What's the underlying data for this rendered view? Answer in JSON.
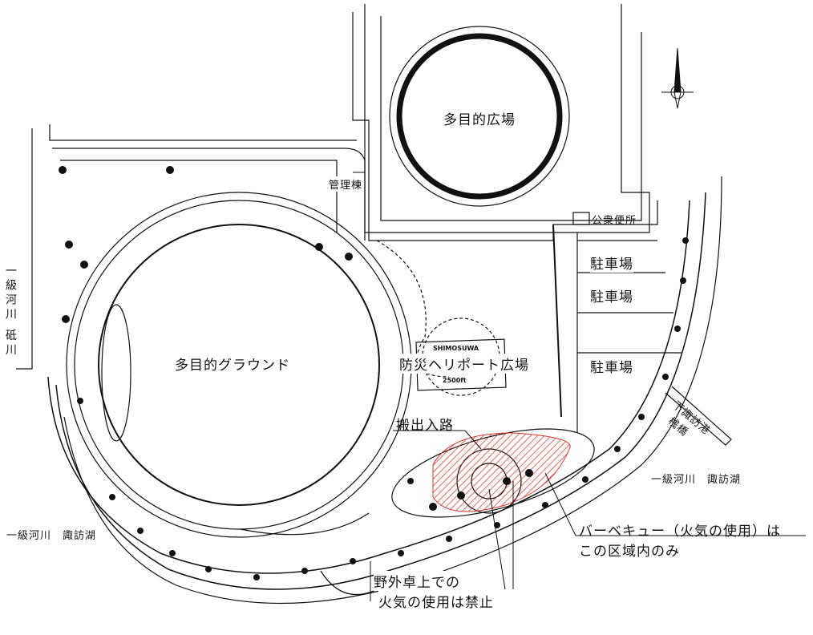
{
  "labels": {
    "arena": "多目的広場",
    "ground": "多目的グラウンド",
    "heliport": "防災ヘリポート広場",
    "heli_code": "SHIMOSUWA",
    "heli_weight": "2500ft",
    "admin": "管理棟",
    "toilet": "公衆便所",
    "parking1": "駐車場",
    "parking2": "駐車場",
    "parking3": "駐車場",
    "river_left": "一級河川 砥川",
    "lake_left": "一級河川　諏訪湖",
    "lake_right": "一級河川　諏訪湖",
    "pier": "下諏訪港",
    "pier2": "桟橋",
    "access_road": "搬出入路",
    "bbq_line1": "バーベキュー（火気の使用）は",
    "bbq_line2": "この区域内のみ",
    "table_line1": "野外卓上での",
    "table_line2": "火気の使用は禁止"
  },
  "colors": {
    "bbq_zone": "#d9332b",
    "line": "#111111"
  },
  "icons": [
    "compass-icon"
  ]
}
